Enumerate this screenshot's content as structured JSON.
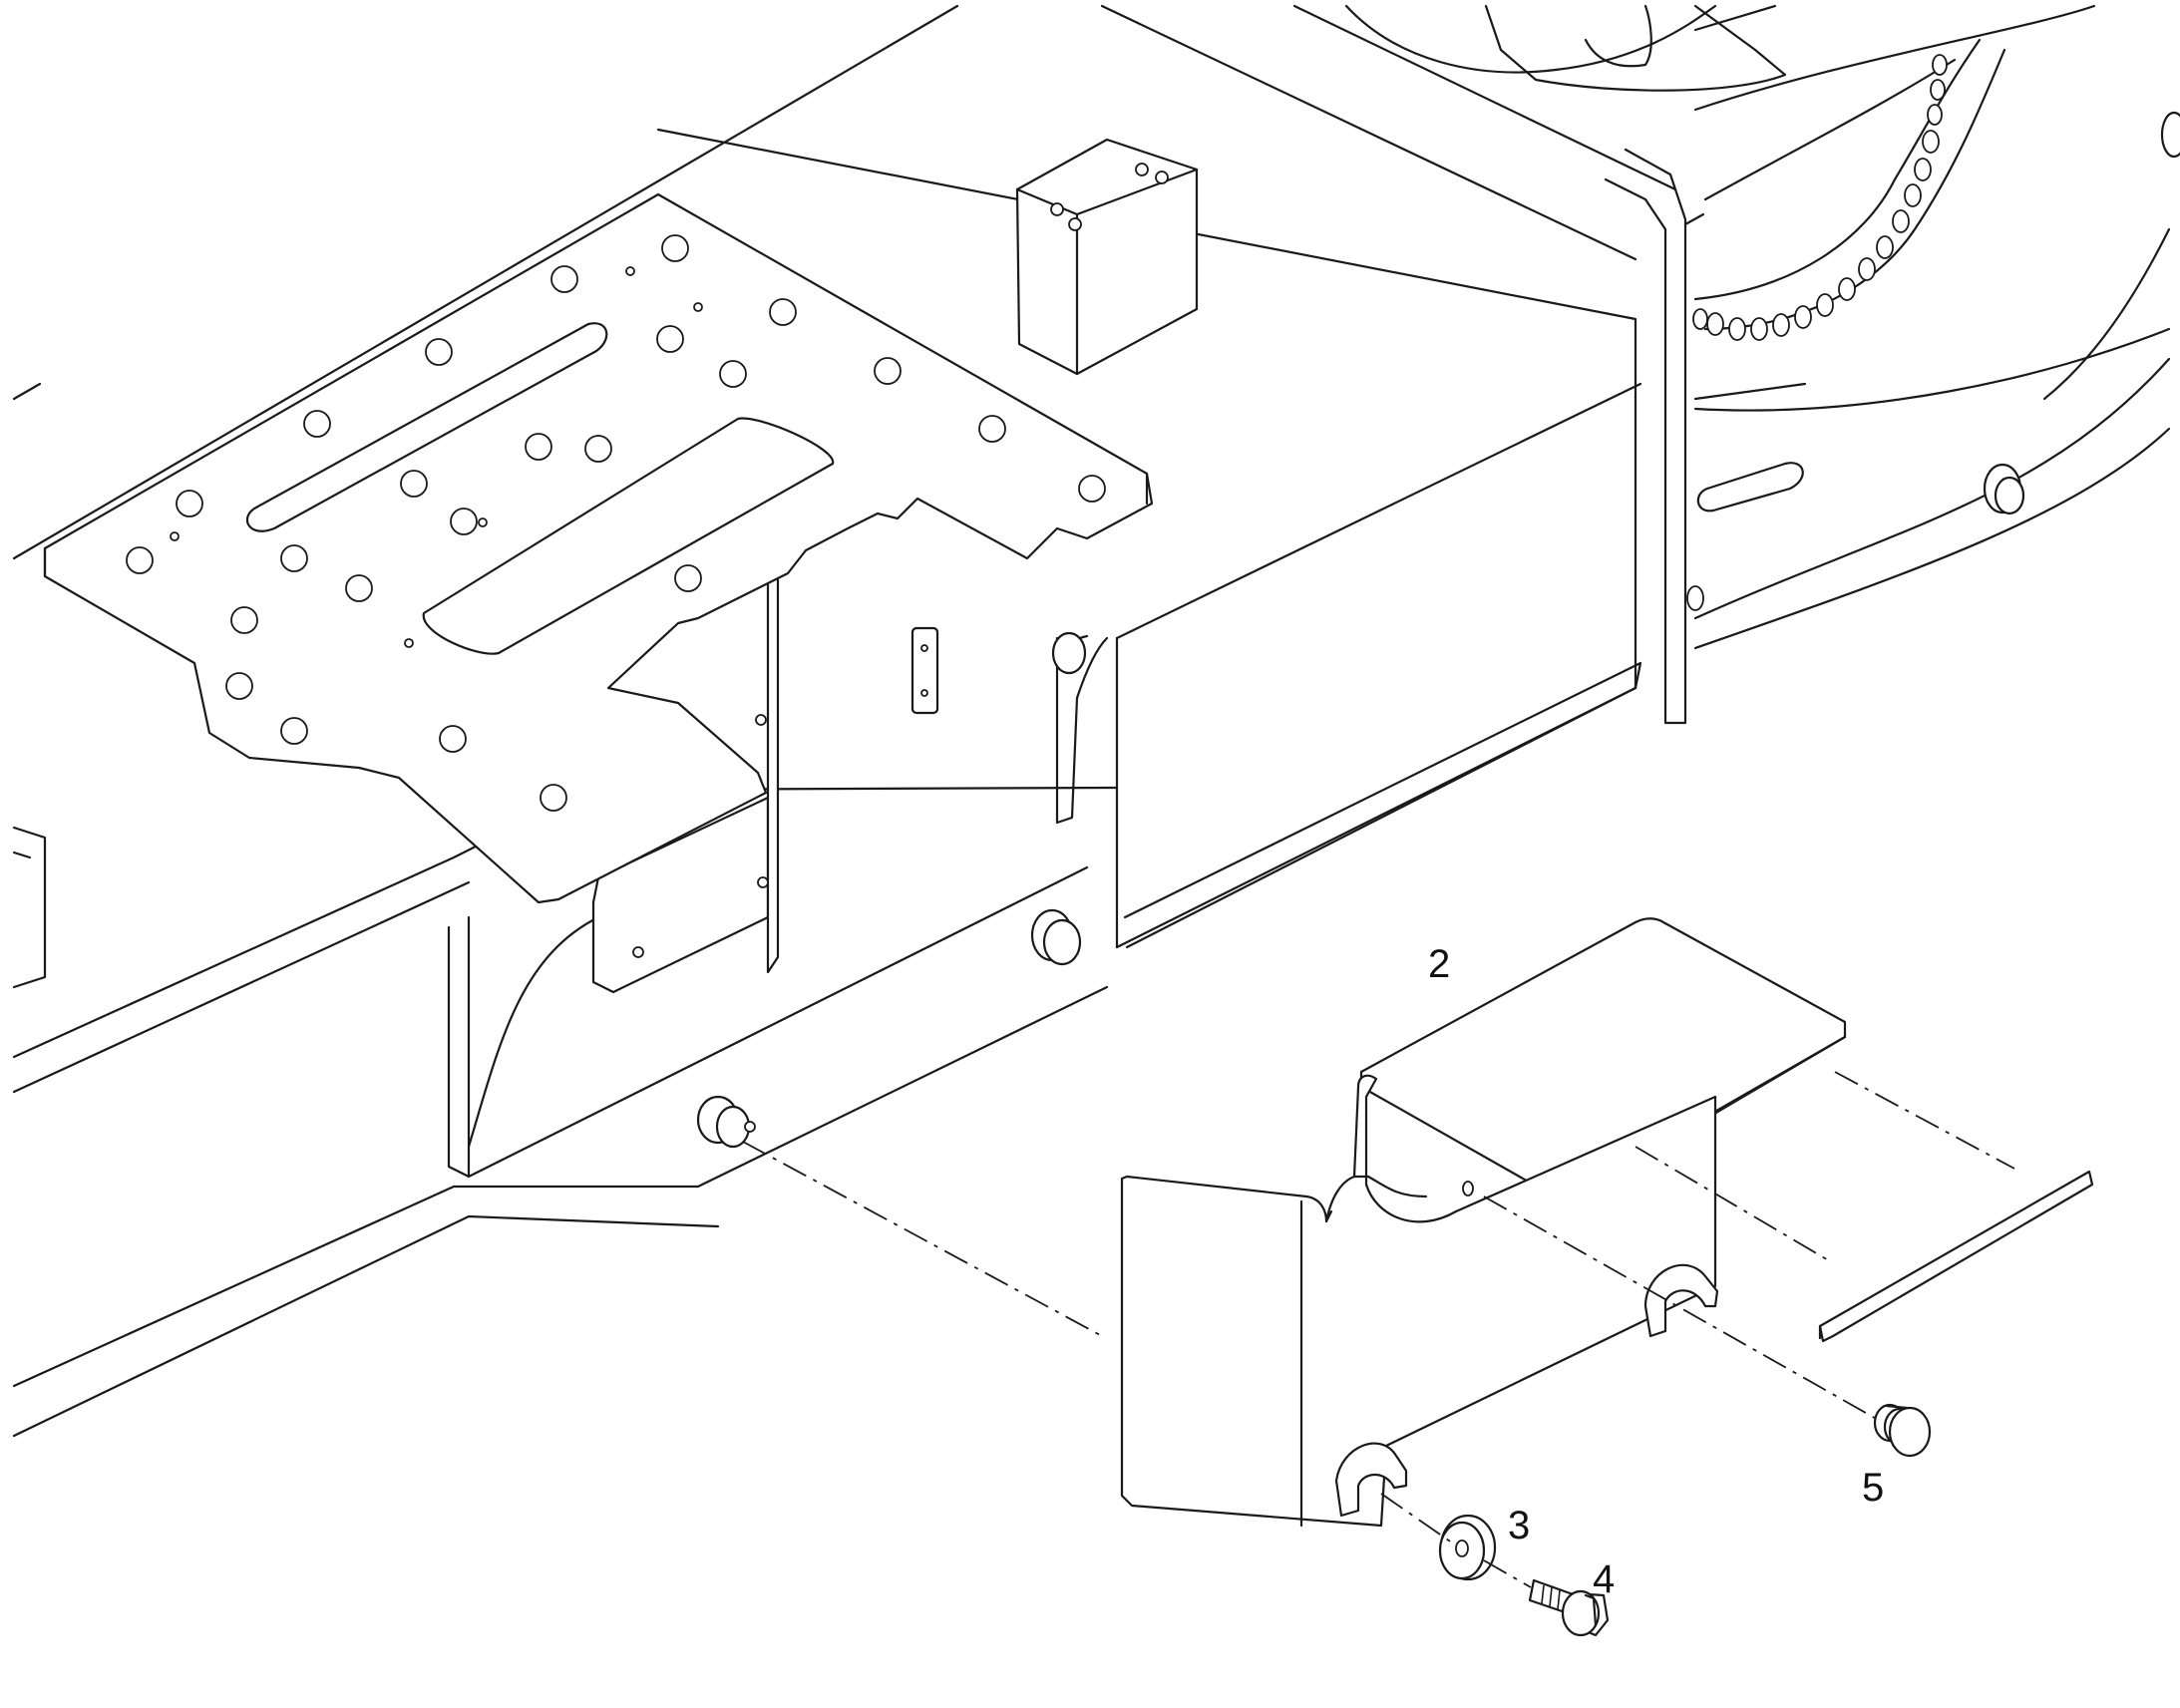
{
  "callouts": {
    "c2": "2",
    "c3": "3",
    "c4": "4",
    "c5": "5"
  },
  "colors": {
    "line": "#1a1a1a",
    "background": "#ffffff"
  }
}
